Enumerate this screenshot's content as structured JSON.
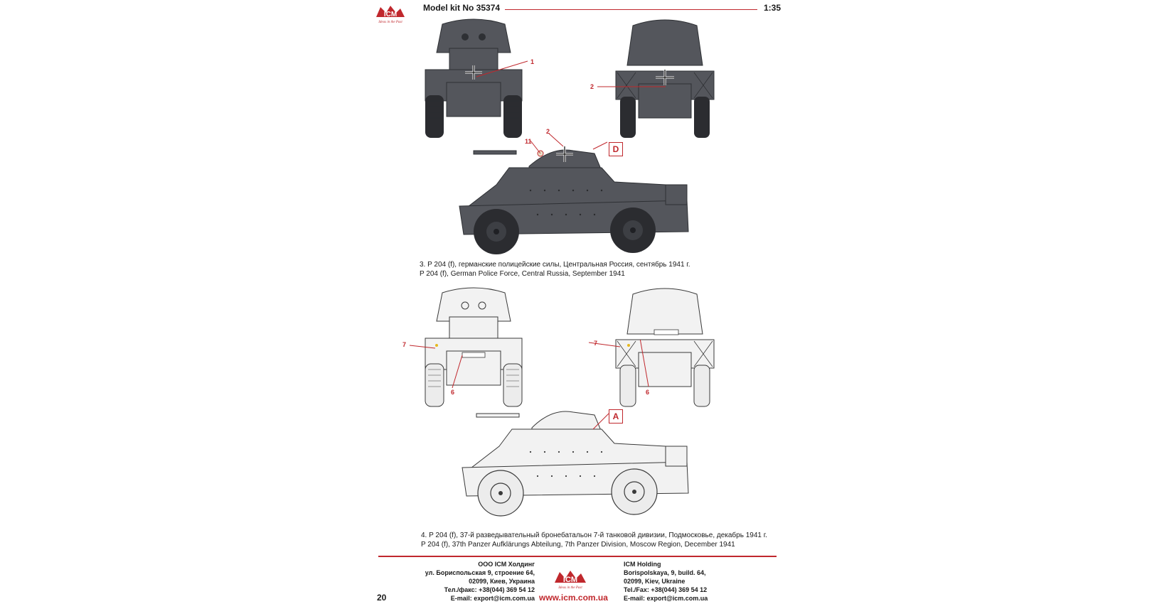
{
  "header": {
    "logo_text": "ICM",
    "logo_tagline": "Ideas in the Past",
    "model_label": "Model kit No 35374",
    "scale": "1:35"
  },
  "profile3": {
    "caption_ru": "3. P 204 (f), германские полицейские силы, Центральная Россия, сентябрь 1941 г.",
    "caption_en": "P 204 (f), German Police Force, Central Russia, September 1941",
    "callouts": {
      "front": "1",
      "rear": "2",
      "side_turret": "2",
      "side_emblem": "11",
      "letter": "D"
    },
    "colors": {
      "body": "#54565c",
      "detail": "#2e3034"
    }
  },
  "profile4": {
    "caption_ru": "4. P 204 (f), 37-й разведывательный бронебатальон 7-й танковой дивизии, Подмосковье, декабрь 1941 г.",
    "caption_en": "P 204 (f), 37th Panzer Aufklärungs Abteilung, 7th Panzer Division, Moscow Region, December 1941",
    "callouts": {
      "front_left": "7",
      "front_plate": "6",
      "rear_left": "7",
      "rear_plate": "6",
      "letter": "A"
    },
    "colors": {
      "body": "#f2f2f2",
      "detail": "#3a3a3a"
    }
  },
  "footer": {
    "left": [
      "ООО ICM Холдинг",
      "ул. Бориспольская 9, строение 64,",
      "02099, Киев, Украина",
      "Тел./факс: +38(044) 369 54 12",
      "E-mail: export@icm.com.ua"
    ],
    "right": [
      "ICM Holding",
      "Borispolskaya, 9, build. 64,",
      "02099, Kiev, Ukraine",
      "Tel./Fax: +38(044) 369 54 12",
      "E-mail: export@icm.com.ua"
    ],
    "logo_text": "ICM",
    "logo_tagline": "Ideas in the Past",
    "url": "www.icm.com.ua",
    "page_number": "20"
  },
  "accent_color": "#c0282d"
}
